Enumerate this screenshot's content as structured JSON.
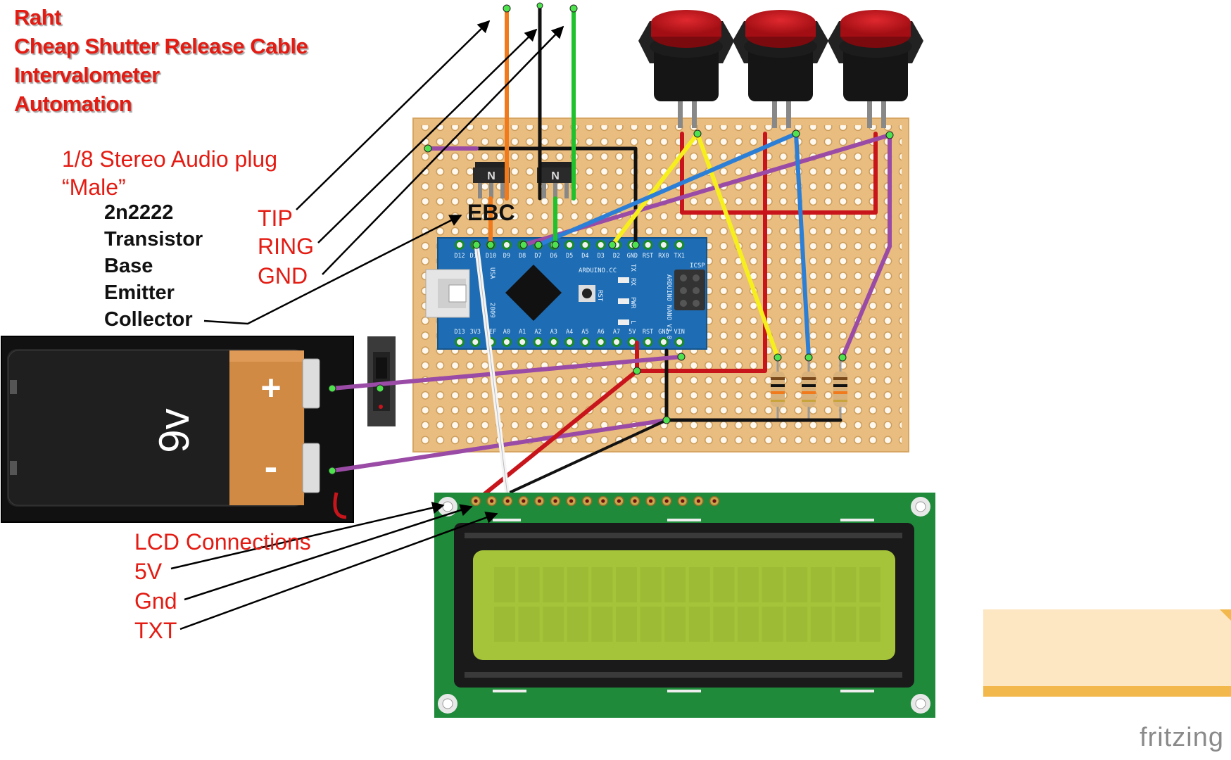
{
  "title": {
    "line1": "Raht",
    "line2": "Cheap Shutter Release Cable",
    "line3": "Intervalometer",
    "line4": "Automation"
  },
  "plug": {
    "label1": "1/8 Stereo Audio plug",
    "label2": "“Male”",
    "tip": "TIP",
    "ring": "RING",
    "gnd": "GND"
  },
  "transistor": {
    "part": "2n2222",
    "type": "Transistor",
    "base": "Base",
    "emitter": "Emitter",
    "collector": "Collector",
    "pinout": "EBC",
    "marking": "N"
  },
  "battery": {
    "voltage": "9v",
    "plus": "+",
    "minus": "-"
  },
  "arduino": {
    "brand": "ARDUINO.CC",
    "model": "ARDUINO NANO V3.0",
    "year": "2009",
    "usa": "USA",
    "icsp": "ICSP",
    "rst": "RST",
    "leds": [
      "TX",
      "RX",
      "PWR",
      "L"
    ],
    "top_pins": [
      "D12",
      "D11",
      "D10",
      "D9",
      "D8",
      "D7",
      "D6",
      "D5",
      "D4",
      "D3",
      "D2",
      "GND",
      "RST",
      "RX0",
      "TX1"
    ],
    "bottom_pins": [
      "D13",
      "3V3",
      "REF",
      "A0",
      "A1",
      "A2",
      "A3",
      "A4",
      "A5",
      "A6",
      "A7",
      "5V",
      "RST",
      "GND",
      "VIN"
    ]
  },
  "lcd_labels": {
    "heading": "LCD Connections",
    "v5": "5V",
    "gnd": "Gnd",
    "txt": "TXT"
  },
  "brand": "fritzing",
  "colors": {
    "label_red": "#e31b12",
    "perfboard": "#e9bc7f",
    "arduino_blue": "#1e6db4",
    "lcd_pcb": "#1f8a3a",
    "lcd_screen": "#a6c43a",
    "button_red": "#c8141b",
    "wire_purple": "#9a4ba6",
    "wire_red": "#c8141b",
    "wire_yellow": "#f6ef1d",
    "wire_blue": "#2c7fd6",
    "wire_green": "#1fc12d",
    "wire_orange": "#f07a1c",
    "note": "#fde6c2"
  }
}
